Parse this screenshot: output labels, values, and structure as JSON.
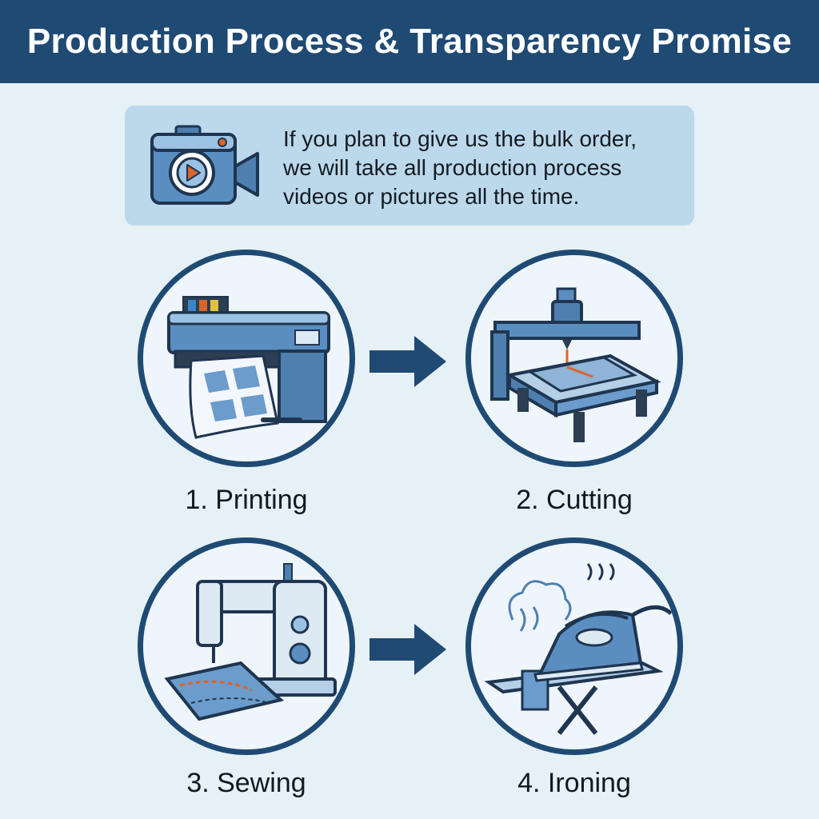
{
  "header": {
    "title": "Production Process & Transparency Promise"
  },
  "promise": {
    "icon": "video-camera-icon",
    "lines": [
      "If you plan to give us the bulk order,",
      "we will take all production process",
      "videos or pictures all the time."
    ]
  },
  "steps": [
    {
      "label": "1. Printing",
      "icon": "printer-icon"
    },
    {
      "label": "2. Cutting",
      "icon": "cutting-machine-icon"
    },
    {
      "label": "3. Sewing",
      "icon": "sewing-machine-icon"
    },
    {
      "label": "4. Ironing",
      "icon": "steam-iron-icon"
    }
  ],
  "colors": {
    "header_bg": "#1f4a73",
    "page_bg": "#e6f1f6",
    "callout_bg": "#bcd9ec",
    "circle_border": "#1f4a73",
    "arrow": "#1f4a73",
    "icon_blue": "#4f7fae",
    "accent_orange": "#d9652b"
  }
}
